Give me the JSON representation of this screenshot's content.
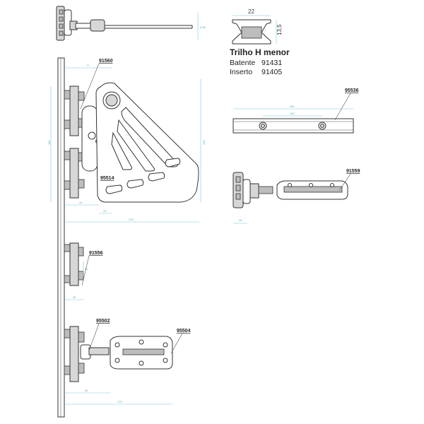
{
  "profile": {
    "width_dim": "22",
    "height_dim": "13,5",
    "title": "Trilho H menor",
    "rows": [
      {
        "label": "Batente",
        "code": "91431"
      },
      {
        "label": "Inserto",
        "code": "91405"
      }
    ]
  },
  "parts": {
    "p91560": "91560",
    "p95514": "95514",
    "p91556": "91556",
    "p95502": "95502",
    "p95504": "95504",
    "p95536": "95536",
    "p91559": "91559"
  },
  "dims": {
    "top_small": "0,55",
    "d77": "77",
    "d182": "182",
    "d289": "289",
    "d44": "44",
    "d25": "25",
    "d219": "219",
    "d15": "15",
    "d25b": "25",
    "d69": "69",
    "d170": "170",
    "bar_total": "280",
    "bar_inner": "160",
    "d28": "28"
  },
  "colors": {
    "outline": "#333333",
    "dimension": "#7fc8d8",
    "fill": "#d7d7d7"
  }
}
